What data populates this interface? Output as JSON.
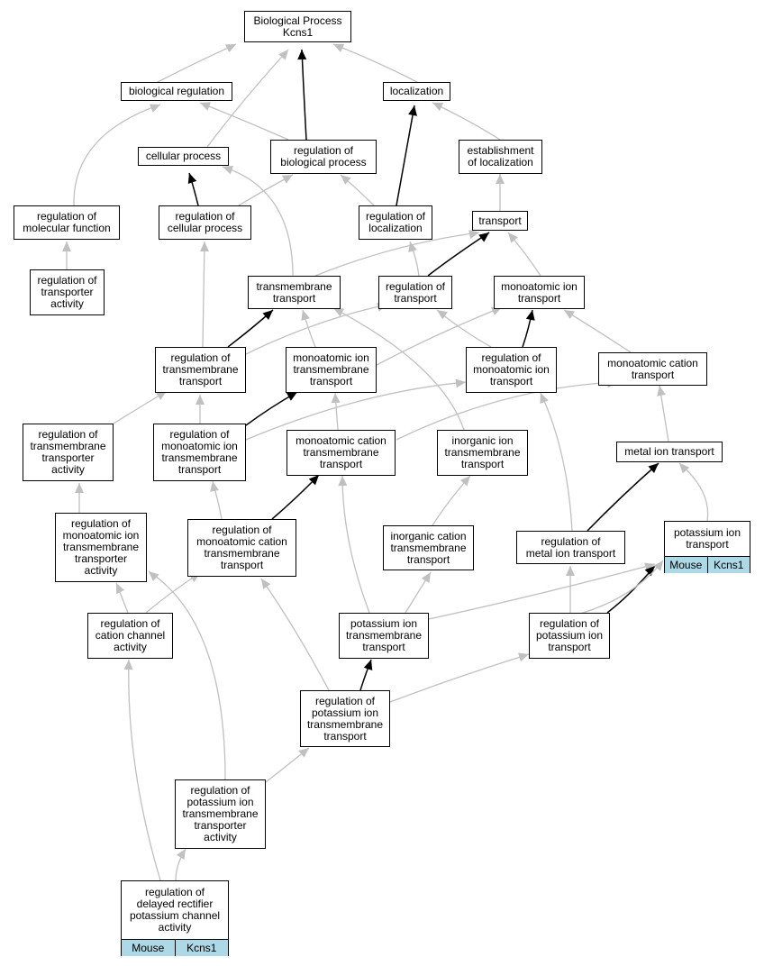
{
  "colors": {
    "edge_gray": "#c0c0c0",
    "edge_black": "#000000",
    "tag_fill": "#add8e6"
  },
  "nodes": {
    "bp": "Biological Process\nKcns1",
    "bioreg": "biological regulation",
    "loc": "localization",
    "cellproc": "cellular process",
    "regbp": "regulation of\nbiological process",
    "estloc": "establishment\nof localization",
    "regmf": "regulation of\nmolecular function",
    "regcp": "regulation of\ncellular process",
    "regloc": "regulation of\nlocalization",
    "transport": "transport",
    "regtact": "regulation of\ntransporter\nactivity",
    "tmt": "transmembrane\ntransport",
    "regtr": "regulation of\ntransport",
    "mit": "monoatomic ion\ntransport",
    "regtmt": "regulation of\ntransmembrane\ntransport",
    "mitmt": "monoatomic ion\ntransmembrane\ntransport",
    "regmit": "regulation of\nmonoatomic ion\ntransport",
    "mct": "monoatomic cation\ntransport",
    "regtmta": "regulation of\ntransmembrane\ntransporter\nactivity",
    "regmitmt": "regulation of\nmonoatomic ion\ntransmembrane\ntransport",
    "mctmt": "monoatomic cation\ntransmembrane\ntransport",
    "iitmt": "inorganic ion\ntransmembrane\ntransport",
    "metal": "metal ion transport",
    "regmitmta": "regulation of\nmonoatomic ion\ntransmembrane\ntransporter\nactivity",
    "regmctmt": "regulation of\nmonoatomic cation\ntransmembrane\ntransport",
    "ictmt": "inorganic cation\ntransmembrane\ntransport",
    "regmetal": "regulation of\nmetal ion transport",
    "kit": "potassium ion\ntransport",
    "regcca": "regulation of\ncation channel\nactivity",
    "kitmt": "potassium ion\ntransmembrane\ntransport",
    "regkit": "regulation of\npotassium ion\ntransport",
    "regkitmt": "regulation of\npotassium ion\ntransmembrane\ntransport",
    "regkitmta": "regulation of\npotassium ion\ntransmembrane\ntransporter\nactivity",
    "regdrkc": "regulation of\ndelayed rectifier\npotassium channel\nactivity"
  },
  "tags": {
    "kit": {
      "species": "Mouse",
      "gene": "Kcns1"
    },
    "regdrkc": {
      "species": "Mouse",
      "gene": "Kcns1"
    }
  }
}
